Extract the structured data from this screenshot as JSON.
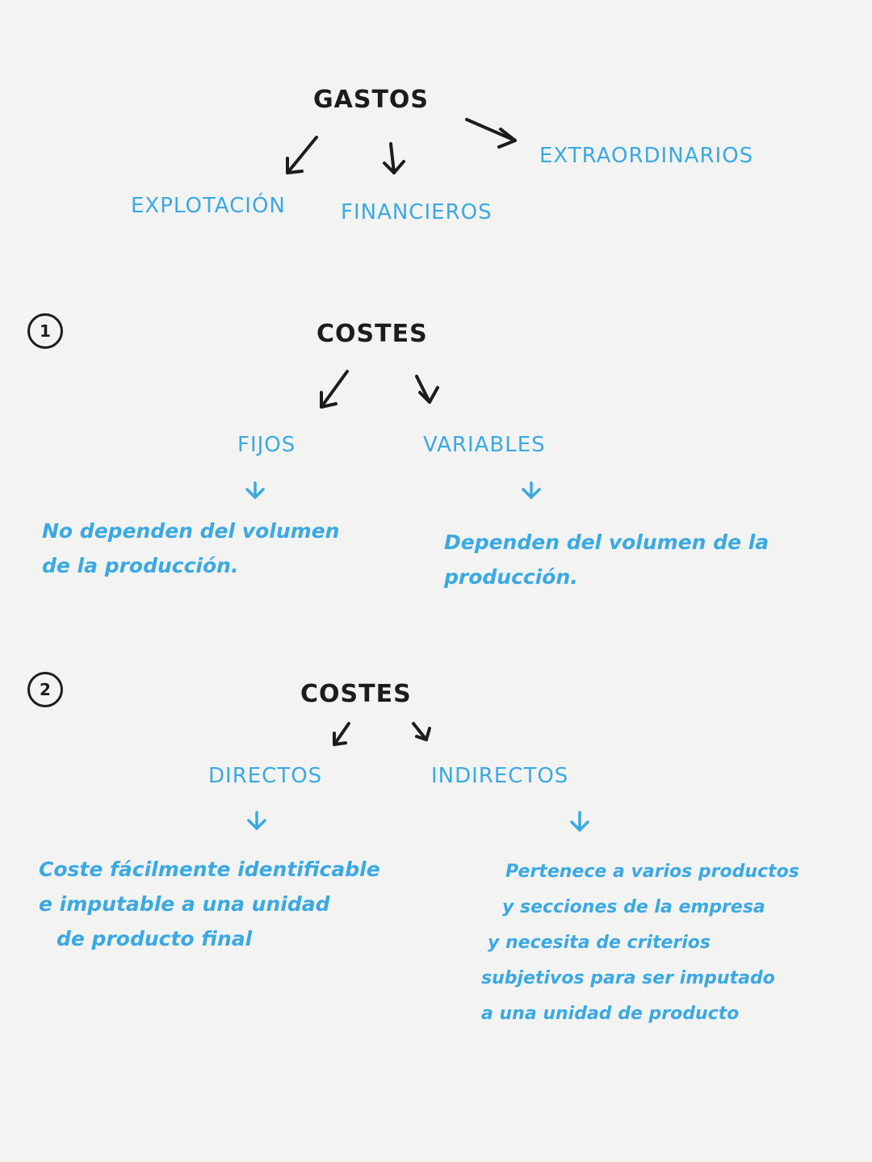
{
  "gastos": {
    "title": "GASTOS",
    "items": [
      "EXPLOTACIÓN",
      "FINANCIEROS",
      "EXTRAORDINARIOS"
    ]
  },
  "section1": {
    "number": "1",
    "title": "COSTES",
    "fijos": {
      "label": "FIJOS",
      "lines": [
        "No dependen del volumen",
        "de la producción."
      ]
    },
    "variables": {
      "label": "VARIABLES",
      "lines": [
        "Dependen del volumen de la",
        "producción."
      ]
    }
  },
  "section2": {
    "number": "2",
    "title": "COSTES",
    "directos": {
      "label": "DIRECTOS",
      "lines": [
        "Coste fácilmente identificable",
        "e imputable a una unidad",
        "de producto final"
      ]
    },
    "indirectos": {
      "label": "INDIRECTOS",
      "lines": [
        "Pertenece a varios productos",
        "y secciones de la empresa",
        "y necesita de criterios",
        "subjetivos para ser imputado",
        "a una unidad de producto"
      ]
    }
  },
  "colors": {
    "ink": "#1c1c1c",
    "accent": "#3aa9e3",
    "paper": "#f3f3f2"
  }
}
